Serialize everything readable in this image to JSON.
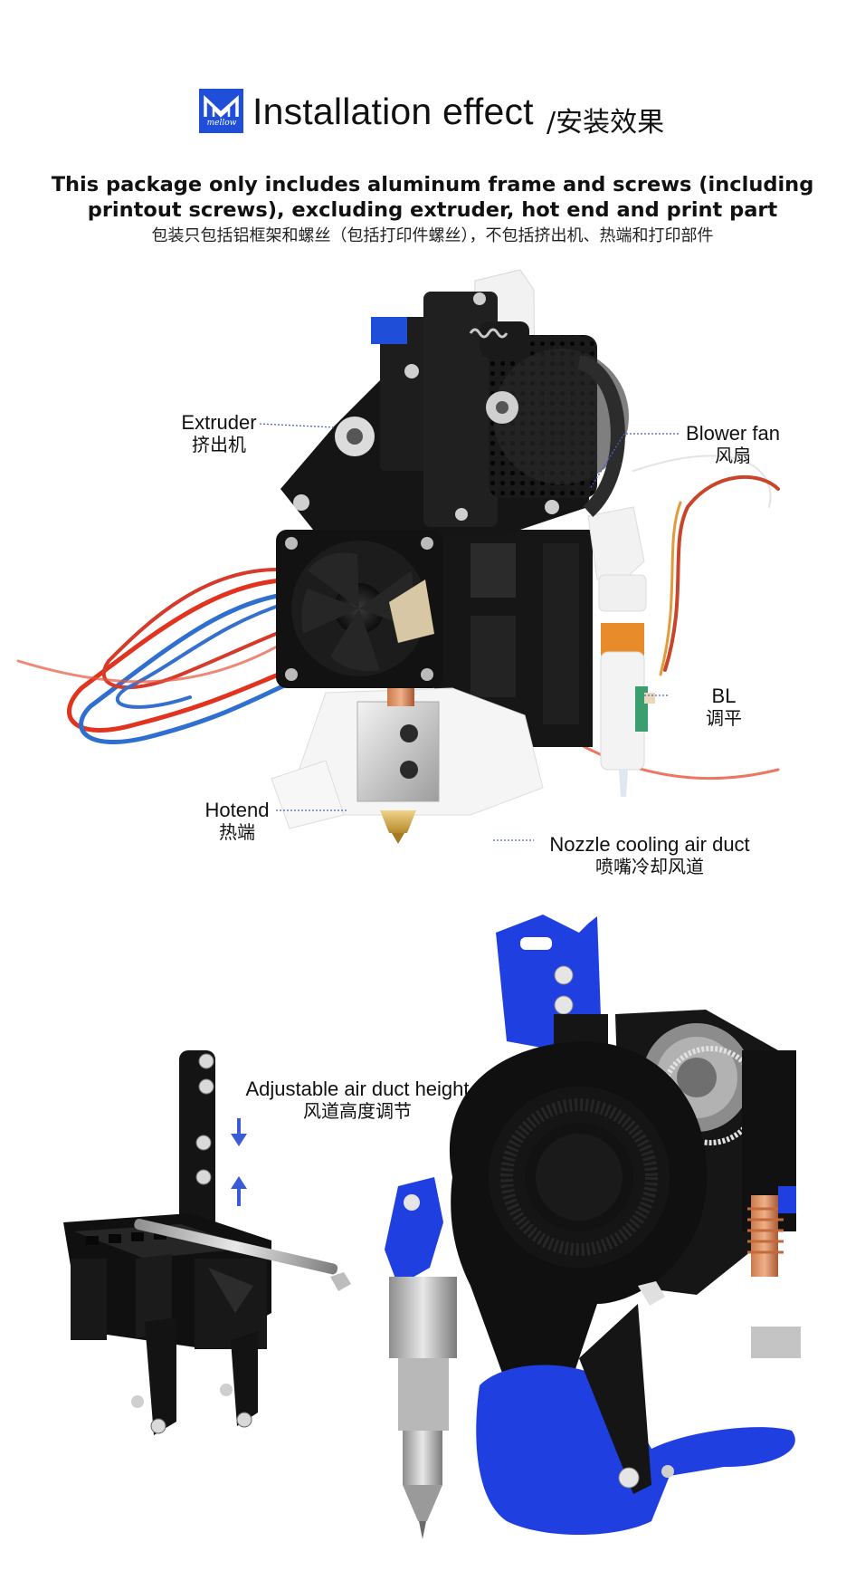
{
  "header": {
    "logo_text": "mellow",
    "title_en": "Installation effect",
    "title_zh": "/安装效果"
  },
  "notice": {
    "line1": "This package only includes aluminum frame and screws (including",
    "line2": "printout screws), excluding extruder, hot end and print part",
    "line3": "包装只包括铝框架和螺丝（包括打印件螺丝），不包括挤出机、热端和打印部件"
  },
  "callouts": {
    "extruder": {
      "en": "Extruder",
      "zh": "挤出机"
    },
    "blower_fan": {
      "en": "Blower fan",
      "zh": "风扇"
    },
    "bl": {
      "en": "BL",
      "zh": "调平"
    },
    "hotend": {
      "en": "Hotend",
      "zh": "热端"
    },
    "nozzle_duct": {
      "en": "Nozzle cooling air duct",
      "zh": "喷嘴冷却风道"
    },
    "air_duct": {
      "en": "Adjustable air duct height",
      "zh": "风道高度调节"
    }
  },
  "colors": {
    "brand_blue": "#1f4fd8",
    "part_blue": "#1f3fe0",
    "frame_black": "#141414",
    "leader_line": "#4a62c8",
    "arrow_blue": "#3b5bd6"
  }
}
